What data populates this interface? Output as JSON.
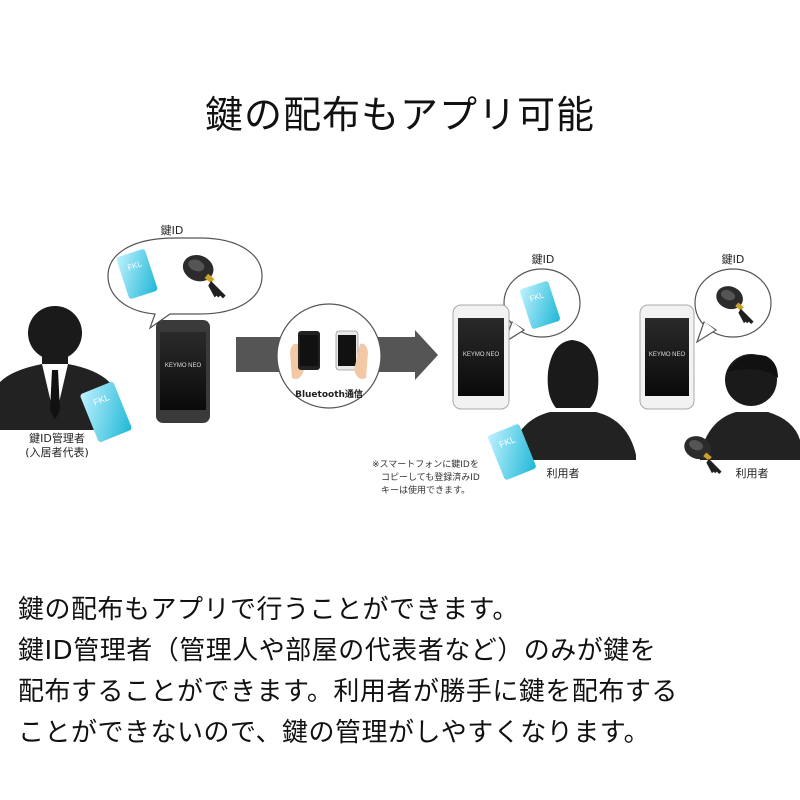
{
  "title": "鍵の配布もアプリ可能",
  "diagram": {
    "admin": {
      "caption_line1": "鍵ID管理者",
      "caption_line2": "(入居者代表)"
    },
    "bubble_label": "鍵ID",
    "phone_brand": "KEYMO NEO",
    "card_text": "FKL",
    "transfer_label": "Bluetooth通信",
    "note_lines": [
      "※スマートフォンに鍵IDを",
      "　コピーしても登録済みID",
      "　キーは使用できます。"
    ],
    "user_label": "利用者",
    "colors": {
      "card_top": "#bff2ff",
      "card_bottom": "#1fb7d6",
      "arrow": "#555555",
      "silhouette": "#1a1a1a"
    }
  },
  "body_lines": [
    "鍵の配布もアプリで行うことができます。",
    "鍵ID管理者（管理人や部屋の代表者など）のみが鍵を",
    "配布することができます。利用者が勝手に鍵を配布する",
    "ことができないので、鍵の管理がしやすくなります。"
  ]
}
